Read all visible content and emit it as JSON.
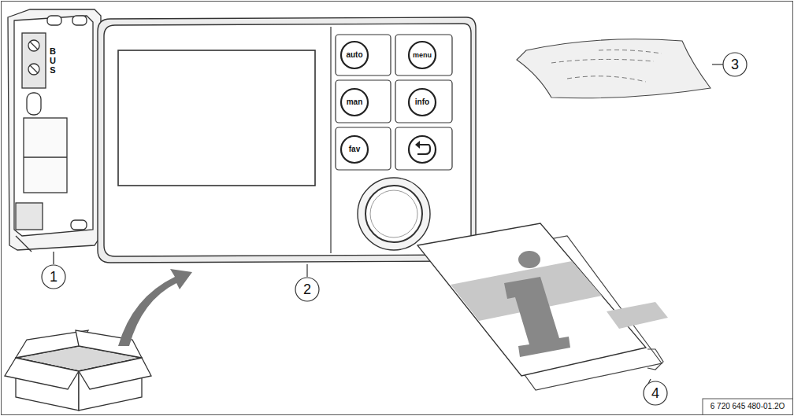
{
  "diagram": {
    "labels": [
      "auto",
      "menu",
      "man",
      "info",
      "fav",
      "BUS",
      "1",
      "2",
      "3",
      "4",
      "6 720 645 480-01.2O"
    ]
  }
}
